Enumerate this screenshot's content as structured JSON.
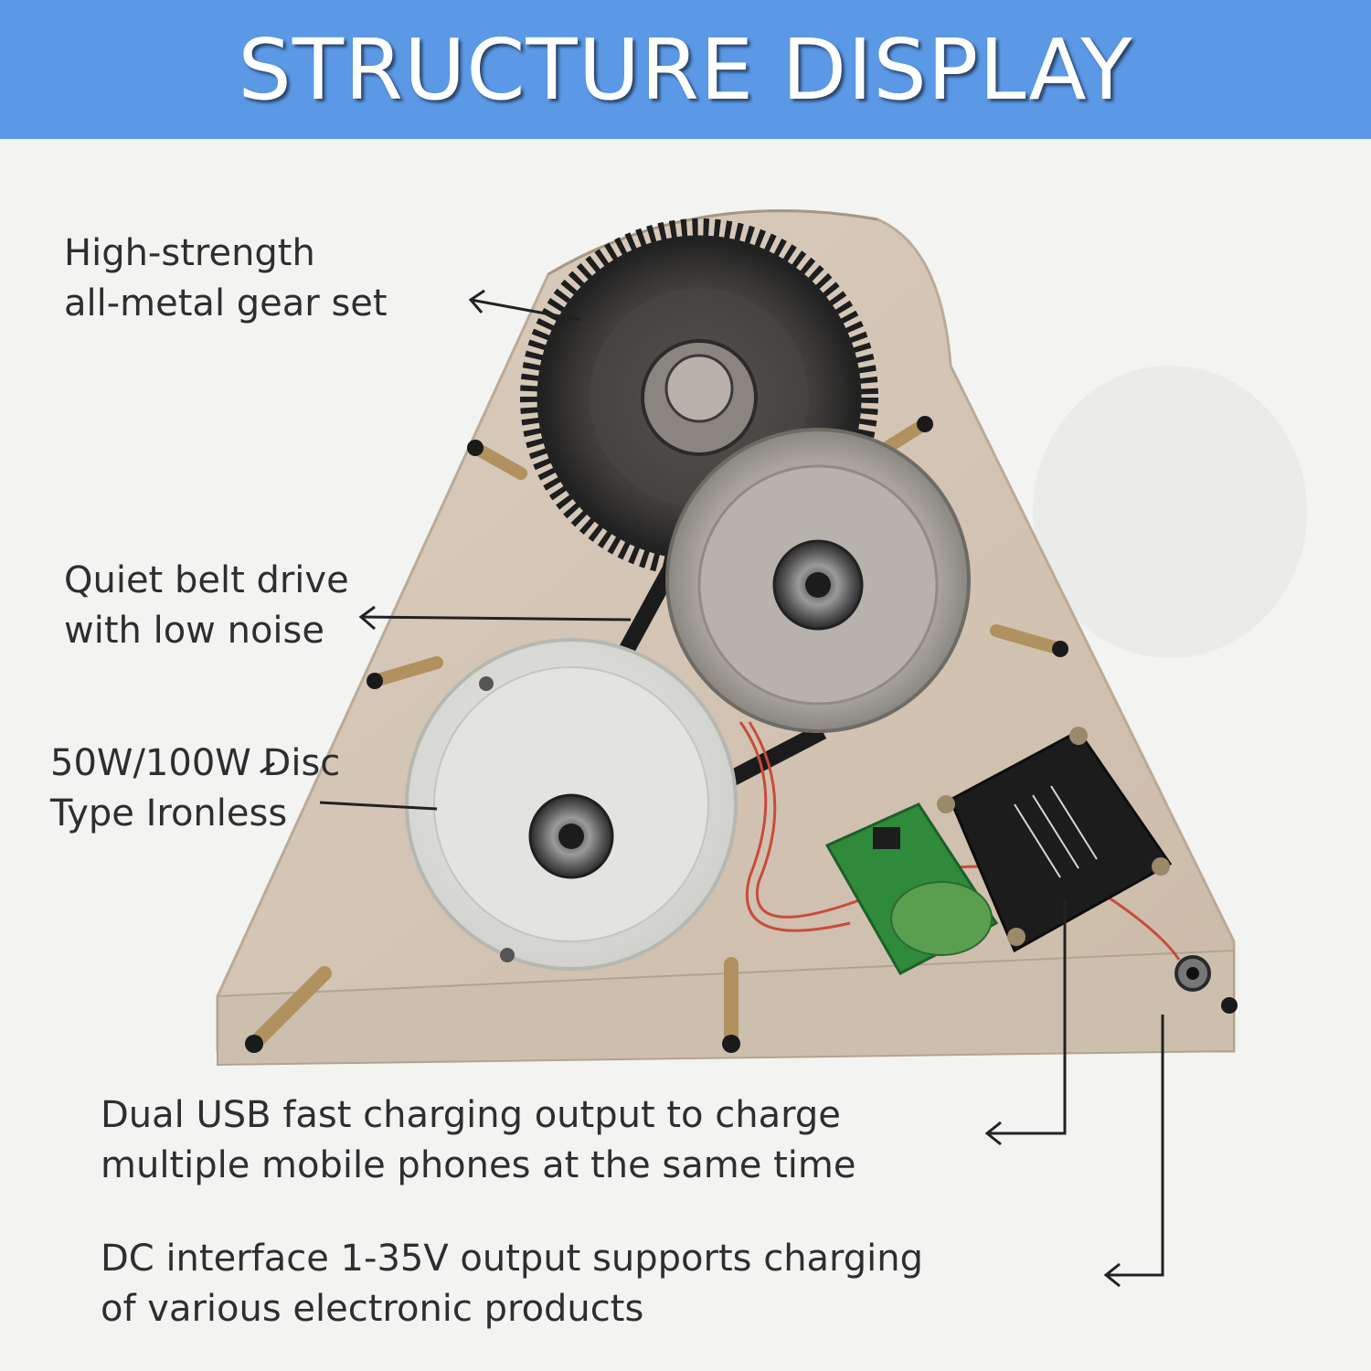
{
  "banner": {
    "title": "STRUCTURE DISPLAY"
  },
  "labels": {
    "gear_set": {
      "line1": "High-strength",
      "line2": "all-metal gear set"
    },
    "belt_drive": {
      "line1": "Quiet belt drive",
      "line2": "with low noise"
    },
    "motor": {
      "line1": "50W/100W Disc",
      "line2": "Type Ironless"
    },
    "usb": {
      "line1": "Dual USB fast charging output to charge",
      "line2": "multiple mobile phones at the same time"
    },
    "dc": {
      "line1": "DC interface 1-35V output supports charging",
      "line2": "of various electronic products"
    }
  },
  "colors": {
    "banner": "#5b98e6",
    "banner_text": "#ffffff",
    "label_text": "#2e2e2e",
    "arrow": "#222222"
  },
  "icons": [
    "gear-icon",
    "pulley-icon",
    "motor-disc-icon",
    "circuit-board-icon",
    "dc-jack-icon"
  ]
}
